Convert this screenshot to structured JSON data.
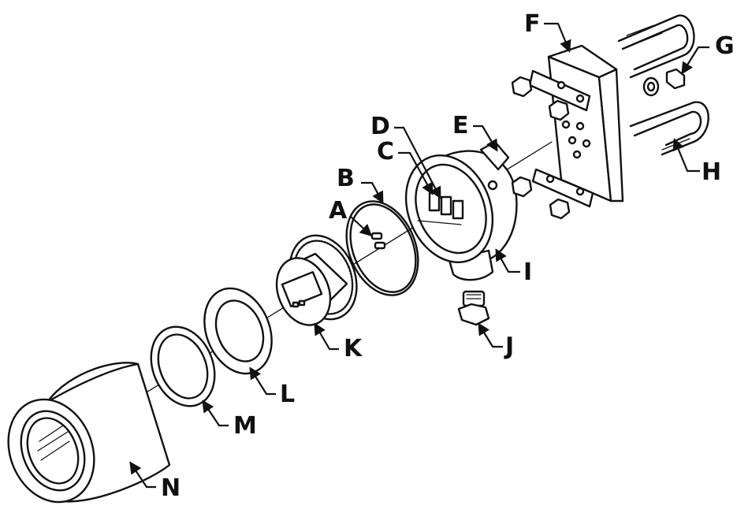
{
  "labels": {
    "A": "A",
    "B": "B",
    "C": "C",
    "D": "D",
    "E": "E",
    "F": "F",
    "G": "G",
    "H": "H",
    "I": "I",
    "J": "J",
    "K": "K",
    "L": "L",
    "M": "M",
    "N": "N"
  }
}
